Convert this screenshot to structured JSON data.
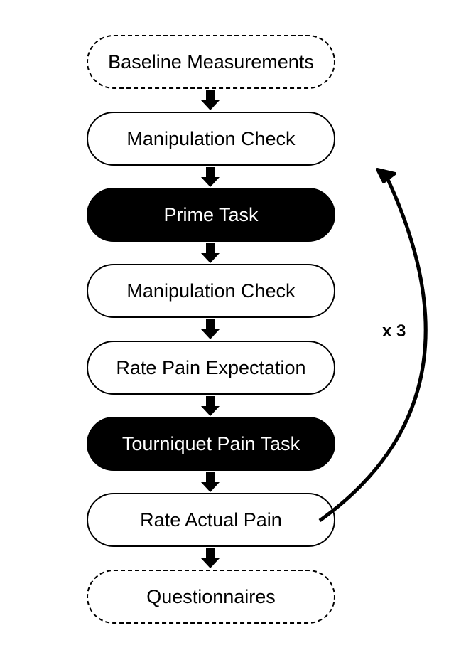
{
  "steps": [
    {
      "label": "Baseline Measurements"
    },
    {
      "label": "Manipulation Check"
    },
    {
      "label": "Prime Task"
    },
    {
      "label": "Manipulation Check"
    },
    {
      "label": "Rate Pain Expectation"
    },
    {
      "label": "Tourniquet Pain Task"
    },
    {
      "label": "Rate Actual Pain"
    },
    {
      "label": "Questionnaires"
    }
  ],
  "loop": {
    "label": "x 3"
  },
  "colors": {
    "stroke": "#000000",
    "filled_box": "#000000",
    "filled_text": "#ffffff",
    "background": "#ffffff"
  }
}
